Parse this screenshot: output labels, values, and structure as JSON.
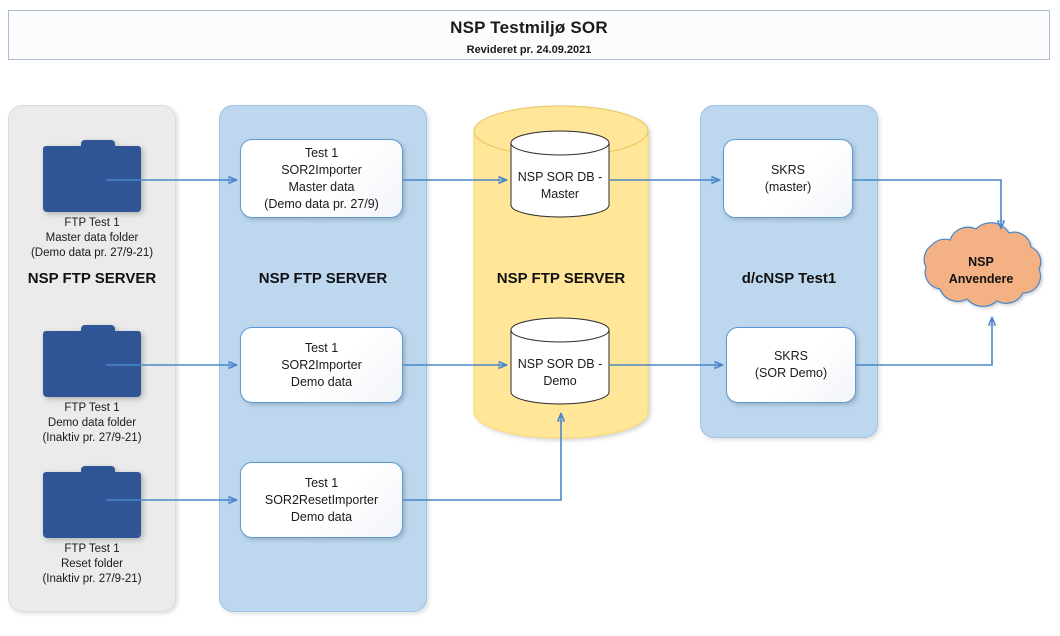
{
  "header": {
    "title": "NSP Testmiljø SOR",
    "subtitle": "Revideret pr. 24.09.2021"
  },
  "lanes": [
    {
      "id": "ftp-source",
      "caption": "NSP FTP SERVER",
      "color": "#ebebeb"
    },
    {
      "id": "importer",
      "caption": "NSP FTP SERVER",
      "color": "#bdd7ee"
    },
    {
      "id": "database",
      "caption": "NSP FTP SERVER",
      "color": "#ffe699"
    },
    {
      "id": "dcnsp",
      "caption": "d/cNSP Test1",
      "color": "#bdd7ee"
    }
  ],
  "folders": [
    {
      "name": "master-data-folder",
      "line1": "FTP Test 1",
      "line2": "Master data folder",
      "line3": "(Demo data pr. 27/9-21)"
    },
    {
      "name": "demo-data-folder",
      "line1": "FTP Test 1",
      "line2": "Demo data folder",
      "line3": "(Inaktiv pr. 27/9-21)"
    },
    {
      "name": "reset-folder",
      "line1": "FTP Test 1",
      "line2": "Reset folder",
      "line3": "(Inaktiv pr. 27/9-21)"
    }
  ],
  "importers": [
    {
      "name": "sor2importer-master",
      "line1": "Test 1",
      "line2": "SOR2Importer",
      "line3": "Master data",
      "line4": "(Demo data pr. 27/9)"
    },
    {
      "name": "sor2importer-demo",
      "line1": "Test 1",
      "line2": "SOR2Importer",
      "line3": "Demo data",
      "line4": ""
    },
    {
      "name": "sor2resetimporter-demo",
      "line1": "Test 1",
      "line2": "SOR2ResetImporter",
      "line3": "Demo data",
      "line4": ""
    }
  ],
  "databases": [
    {
      "name": "nsp-sor-db-master",
      "line1": "NSP SOR DB -",
      "line2": "Master"
    },
    {
      "name": "nsp-sor-db-demo",
      "line1": "NSP SOR DB -",
      "line2": "Demo"
    }
  ],
  "services": [
    {
      "name": "skrs-master",
      "line1": "SKRS",
      "line2": "(master)"
    },
    {
      "name": "skrs-sor-demo",
      "line1": "SKRS",
      "line2": "(SOR Demo)"
    }
  ],
  "cloud": {
    "name": "nsp-anvendere",
    "line1": "NSP",
    "line2": "Anvendere"
  },
  "colors": {
    "arrow": "#4a87c8",
    "folder": "#2f5597",
    "lane_blue": "#bdd7ee",
    "lane_gray": "#ebebeb",
    "lane_yellow": "#ffe699",
    "cloud": "#f4b183",
    "box_border": "#5b9bd5"
  }
}
